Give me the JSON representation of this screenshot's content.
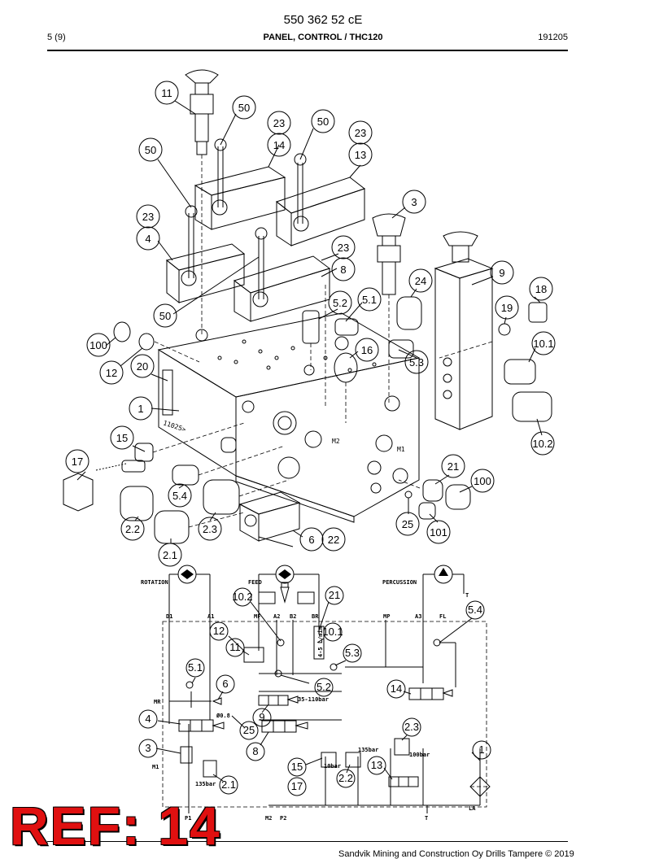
{
  "header": {
    "doc_number": "550 362 52 cE",
    "page": "5 (9)",
    "title": "PANEL, CONTROL / THC120",
    "date": "191205"
  },
  "footer": {
    "text": "Sandvik Mining and Construction Oy Drills Tampere © 2019"
  },
  "ref_label": "REF: 14",
  "exploded_view_callouts": [
    "11",
    "50",
    "23",
    "14",
    "50",
    "23",
    "13",
    "50",
    "23",
    "4",
    "3",
    "23",
    "8",
    "9",
    "18",
    "24",
    "5.1",
    "5.2",
    "50",
    "19",
    "100",
    "12",
    "20",
    "16",
    "5.3",
    "10.1",
    "1",
    "15",
    "17",
    "5.4",
    "2.2",
    "2.3",
    "2.1",
    "10.2",
    "21",
    "100",
    "25",
    "101",
    "6",
    "22"
  ],
  "block_engraving": [
    "11025>",
    "M2",
    "M1"
  ],
  "schematic": {
    "labels": {
      "rotation": "ROTATION",
      "feed": "FEED",
      "percussion": "PERCUSSION",
      "t_top": "T",
      "d1": "D1",
      "a1": "A1",
      "mf": "MF",
      "a2": "A2",
      "b2": "B2",
      "br": "BR",
      "mp": "MP",
      "a3": "A3",
      "fl": "FL",
      "mr": "MR",
      "m1": "M1",
      "p1": "P1",
      "m2": "M2",
      "p2": "P2",
      "t_bottom": "T",
      "la": "LA",
      "pressure_1": "35-110bar",
      "pressure_2": "135bar",
      "pressure_3": "135bar",
      "pressure_4": "10bar",
      "pressure_5": "100bar",
      "orifice": "Ø0.8",
      "flow": "4-5 L/min"
    },
    "callouts": [
      "10.2",
      "21",
      "5.4",
      "12",
      "10.1",
      "11",
      "5.3",
      "5.1",
      "6",
      "5.2",
      "14",
      "4",
      "9",
      "25",
      "2.3",
      "3",
      "8",
      "1",
      "15",
      "13",
      "2.2",
      "17",
      "2.1"
    ]
  }
}
